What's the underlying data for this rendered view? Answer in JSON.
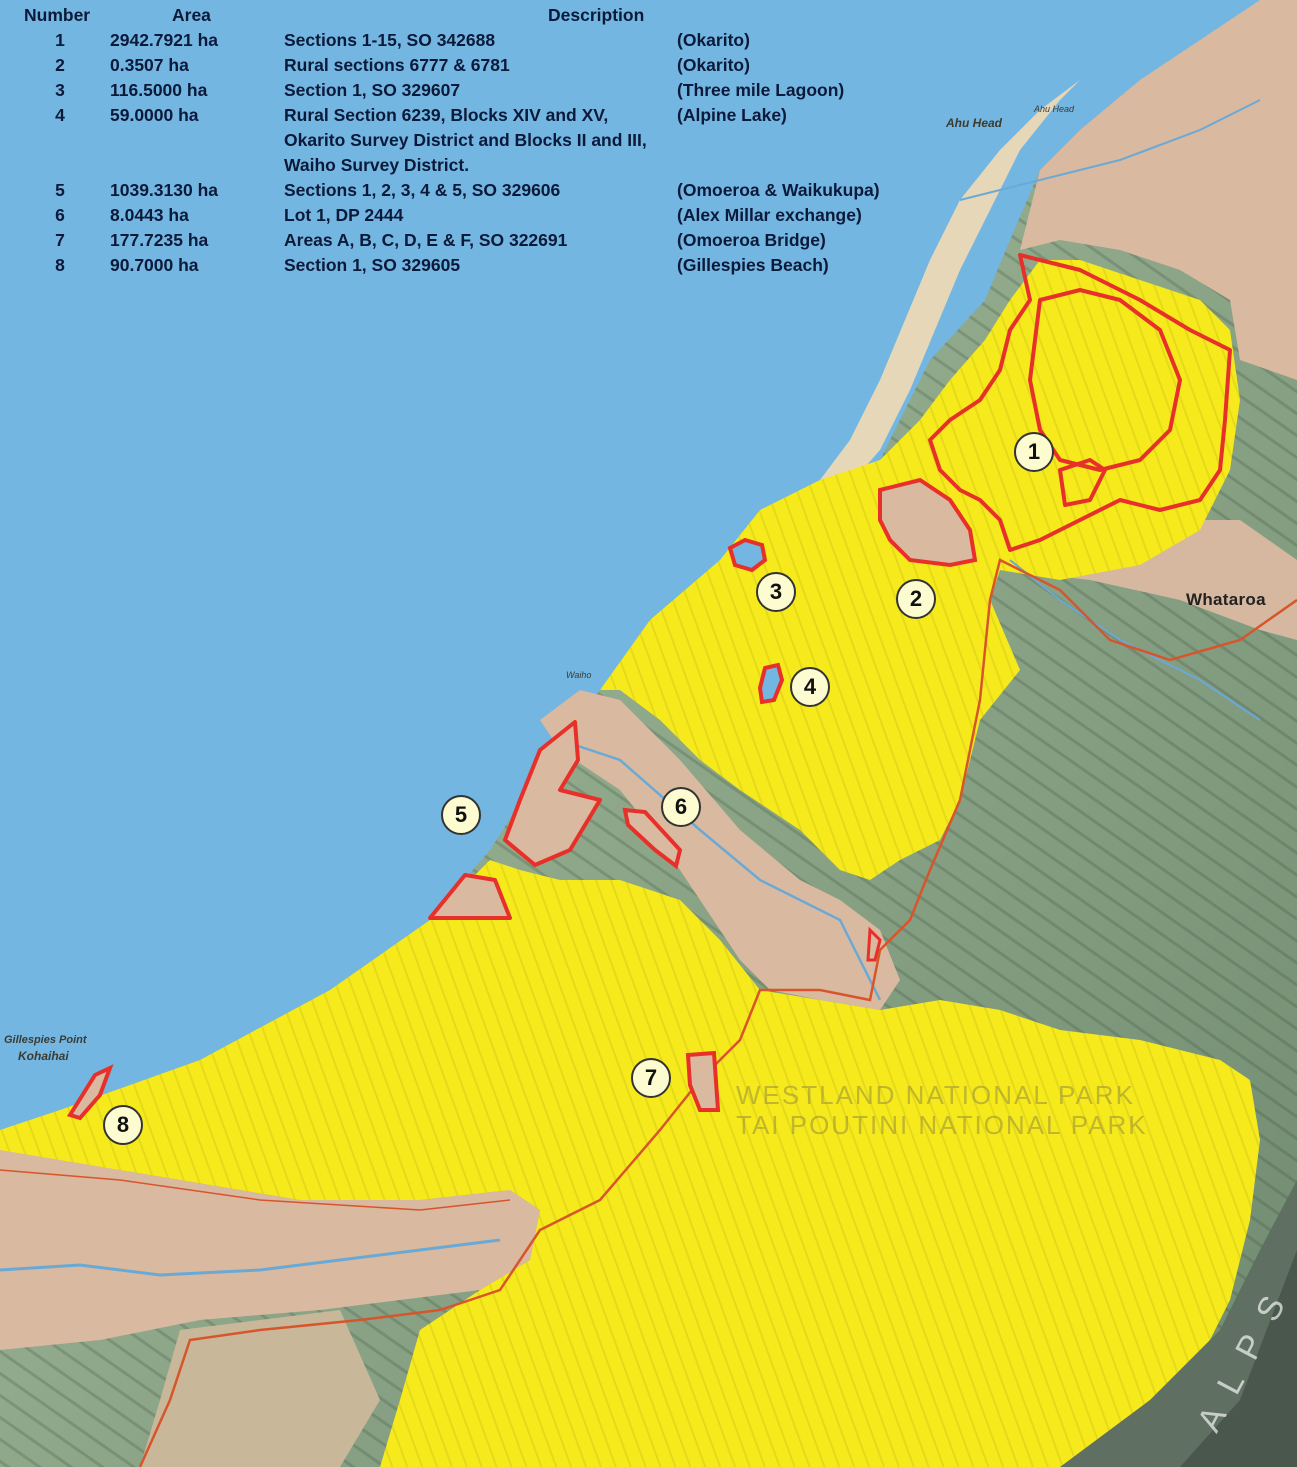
{
  "legend": {
    "headers": {
      "number": "Number",
      "area": "Area",
      "description": "Description"
    },
    "rows": [
      {
        "number": "1",
        "area": "2942.7921 ha",
        "description": "Sections 1-15, SO 342688",
        "location": "(Okarito)"
      },
      {
        "number": "2",
        "area": "0.3507 ha",
        "description": "Rural sections 6777 & 6781",
        "location": "(Okarito)"
      },
      {
        "number": "3",
        "area": "116.5000 ha",
        "description": "Section 1, SO 329607",
        "location": "(Three mile Lagoon)"
      },
      {
        "number": "4",
        "area": "59.0000 ha",
        "description": "Rural Section 6239, Blocks XIV and XV, Okarito Survey District and Blocks II and III, Waiho Survey District.",
        "location": "(Alpine Lake)"
      },
      {
        "number": "5",
        "area": "1039.3130 ha",
        "description": "Sections 1, 2, 3, 4 & 5, SO 329606",
        "location": "(Omoeroa & Waikukupa)"
      },
      {
        "number": "6",
        "area": "8.0443 ha",
        "description": "Lot 1, DP 2444",
        "location": "(Alex Millar exchange)"
      },
      {
        "number": "7",
        "area": "177.7235 ha",
        "description": "Areas A, B, C, D, E & F, SO 322691",
        "location": "(Omoeroa Bridge)"
      },
      {
        "number": "8",
        "area": "90.7000 ha",
        "description": "Section 1, SO 329605",
        "location": "(Gillespies Beach)"
      }
    ]
  },
  "markers": [
    "1",
    "2",
    "3",
    "4",
    "5",
    "6",
    "7",
    "8"
  ],
  "place_labels": {
    "ahu_head": "Ahu Head",
    "ahu_head_small": "Ahu Head",
    "whataroa": "Whataroa",
    "gillespies_point": "Gillespies Point",
    "kohaihai": "Kohaihai",
    "waiho": "Waiho",
    "park": "WESTLAND NATIONAL PARK",
    "park_maori": "TAI POUTINI NATIONAL PARK",
    "alps": "A L P S"
  },
  "colors": {
    "sea": "#74b6e2",
    "reserve": "#f6ea1c",
    "farmland": "#d9b9a0",
    "mountain": "#9fb89a",
    "boundary": "#e8302a",
    "road": "#d8552c"
  }
}
